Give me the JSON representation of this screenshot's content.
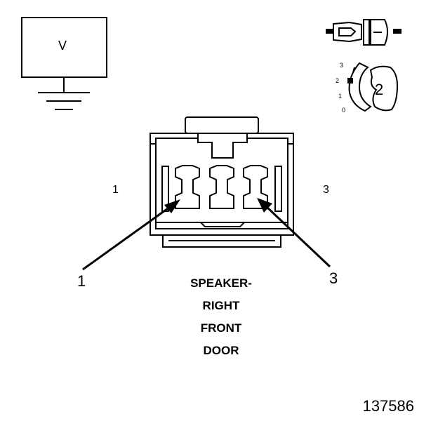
{
  "meter": {
    "symbol": "V"
  },
  "connector": {
    "side_pin_left": "1",
    "side_pin_right": "3",
    "callout_left": "1",
    "callout_right": "3",
    "title_lines": [
      "SPEAKER-",
      "RIGHT",
      "FRONT",
      "DOOR"
    ]
  },
  "probe": {
    "positions": [
      "3",
      "2",
      "1",
      "0"
    ],
    "selected_number": "2"
  },
  "figure_id": "137586",
  "colors": {
    "line": "#000000",
    "fill": "#ffffff"
  }
}
